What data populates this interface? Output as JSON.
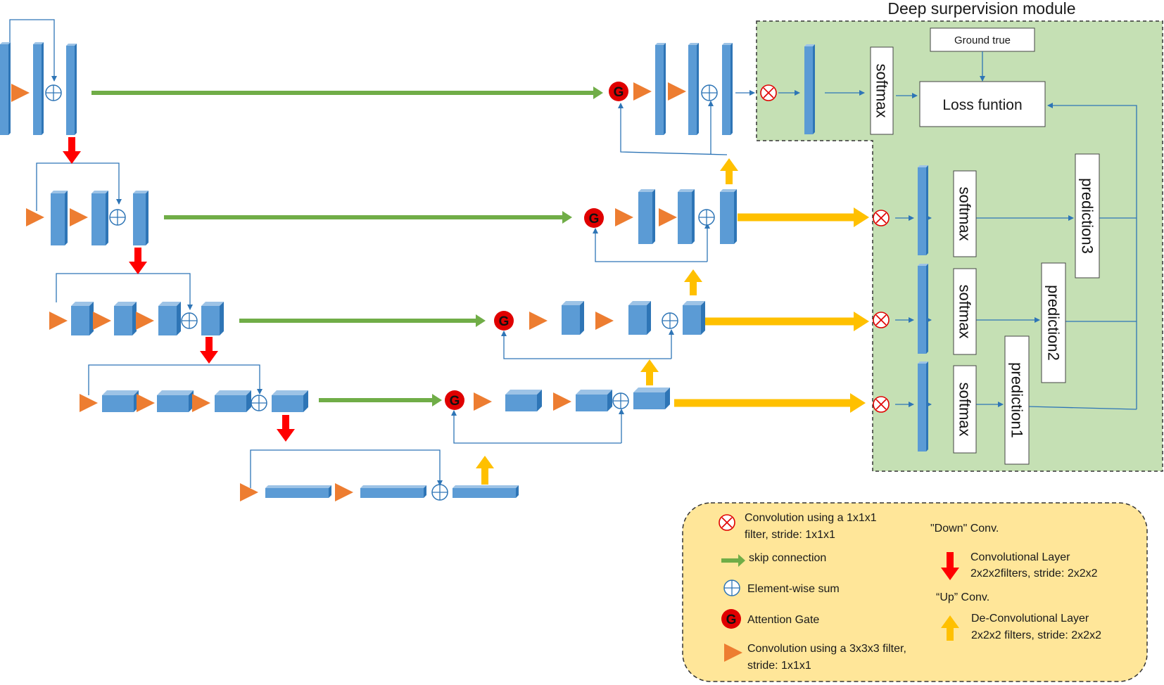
{
  "module": {
    "title": "Deep surpervision module",
    "ground_truth": "Ground true",
    "loss": "Loss funtion",
    "softmax": "softmax",
    "predictions": [
      "prediction3",
      "prediction2",
      "prediction1"
    ]
  },
  "gate": {
    "letter": "G"
  },
  "legend": {
    "items": [
      {
        "text_lines": [
          "Convolution using a 1x1x1",
          "filter, stride: 1x1x1"
        ]
      },
      {
        "text_lines": [
          "skip connection"
        ]
      },
      {
        "text_lines": [
          "Element-wise sum"
        ]
      },
      {
        "text_lines": [
          "Attention Gate"
        ]
      },
      {
        "text_lines": [
          "Convolution using a 3x3x3 filter,",
          "stride: 1x1x1"
        ]
      }
    ],
    "down_heading": "\"Down\" Conv.",
    "down_lines": [
      "Convolutional Layer",
      "2x2x2filters, stride: 2x2x2"
    ],
    "up_heading": "“Up” Conv.",
    "up_lines": [
      "De-Convolutional Layer",
      "2x2x2 filters, stride: 2x2x2"
    ]
  },
  "colors": {
    "block_front": "#5b9bd5",
    "block_side": "#2e75b6",
    "block_top": "#9dc3e6",
    "conv_triangle": "#ed7d31",
    "skip_green": "#70ad47",
    "up_yellow": "#ffc000",
    "down_red": "#ff0000",
    "module_bg": "#c5e0b4",
    "legend_bg": "#ffe699",
    "line_blue": "#2e75b6"
  }
}
